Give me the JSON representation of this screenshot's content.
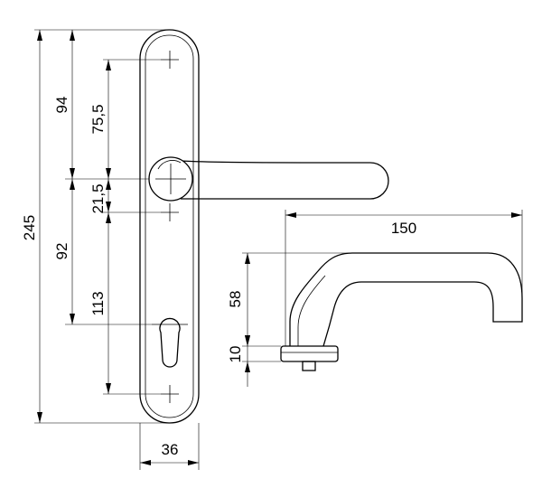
{
  "dimensions": {
    "overall_height": "245",
    "to_handle_axis": "94",
    "handle_to_cylinder": "92",
    "top_screw_to_handle": "75,5",
    "handle_to_screw": "21,5",
    "screw_spacing": "113",
    "plate_width": "36",
    "handle_length": "150",
    "handle_projection": "58",
    "rose_thickness": "10"
  }
}
